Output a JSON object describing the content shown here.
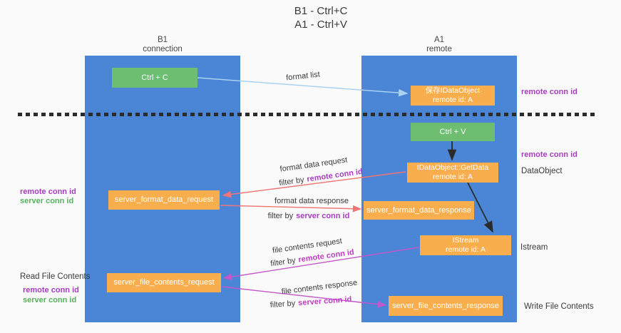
{
  "title": {
    "line1": "B1 - Ctrl+C",
    "line2": "A1 - Ctrl+V"
  },
  "lanes": {
    "left": {
      "name": "B1",
      "role": "connection"
    },
    "right": {
      "name": "A1",
      "role": "remote"
    }
  },
  "nodes": {
    "ctrl_c": {
      "label": "Ctrl + C"
    },
    "save_dataobject": {
      "line1": "保存IDataObject",
      "line2": "remote id: A"
    },
    "ctrl_v": {
      "label": "Ctrl + V"
    },
    "getdata": {
      "line1": "IDataObject::GetData",
      "line2": "remote id: A"
    },
    "format_request": {
      "label": "server_format_data_request"
    },
    "format_response": {
      "label": "server_format_data_response"
    },
    "istream": {
      "line1": "IStream",
      "line2": "remote id: A"
    },
    "file_request": {
      "label": "server_file_contents_request"
    },
    "file_response": {
      "label": "server_file_contents_response"
    }
  },
  "edge_labels": {
    "format_list": "format list",
    "format_data_request": "format data request",
    "format_data_response": "format data response",
    "file_contents_request": "file contents request",
    "file_contents_response": "file contents response",
    "filter_by": "filter by",
    "remote_conn_id": "remote conn id",
    "server_conn_id": "server conn id"
  },
  "side_labels": {
    "remote_conn_id": "remote conn id",
    "server_conn_id": "server conn id",
    "dataobject": "DataObject",
    "istream": "Istream",
    "read_file_contents": "Read File Contents",
    "write_file_contents": "Write File Contents"
  },
  "colors": {
    "lane_blue": "#4a85d6",
    "box_orange": "#f9ae4d",
    "box_green": "#6ebe72",
    "arrow_lightblue": "#a9d3f1",
    "arrow_salmon": "#ef7576",
    "arrow_magenta": "#c457c9",
    "arrow_black": "#2b2b2b",
    "text_purple": "#a83dc1",
    "text_magenta": "#c13bc4",
    "text_green": "#56b25c"
  }
}
